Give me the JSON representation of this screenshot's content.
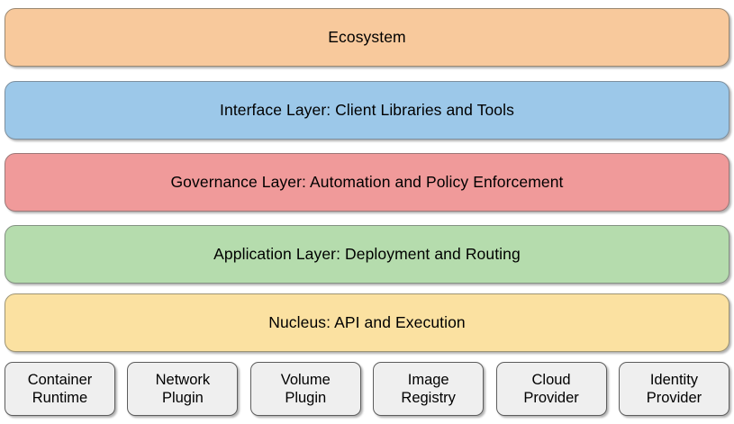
{
  "diagram": {
    "type": "layered-architecture-stack",
    "background_color": "#ffffff",
    "layers": [
      {
        "id": "ecosystem",
        "label": "Ecosystem",
        "fill": "#f8c99c",
        "border": "#9a8872"
      },
      {
        "id": "interface",
        "label": "Interface Layer: Client Libraries and Tools",
        "fill": "#9cc8e9",
        "border": "#7d8f9e"
      },
      {
        "id": "governance",
        "label": "Governance Layer: Automation and Policy Enforcement",
        "fill": "#f09a9a",
        "border": "#9c7878"
      },
      {
        "id": "application",
        "label": "Application Layer: Deployment and Routing",
        "fill": "#b5dcad",
        "border": "#849283"
      },
      {
        "id": "nucleus",
        "label": "Nucleus: API and Execution",
        "fill": "#fbe1a1",
        "border": "#9d9474"
      }
    ],
    "plugins": {
      "fill": "#efefef",
      "border": "#5d5d5d",
      "items": [
        {
          "id": "container-runtime",
          "label": "Container\nRuntime"
        },
        {
          "id": "network-plugin",
          "label": "Network\nPlugin"
        },
        {
          "id": "volume-plugin",
          "label": "Volume\nPlugin"
        },
        {
          "id": "image-registry",
          "label": "Image\nRegistry"
        },
        {
          "id": "cloud-provider",
          "label": "Cloud\nProvider"
        },
        {
          "id": "identity-provider",
          "label": "Identity\nProvider"
        }
      ]
    }
  }
}
